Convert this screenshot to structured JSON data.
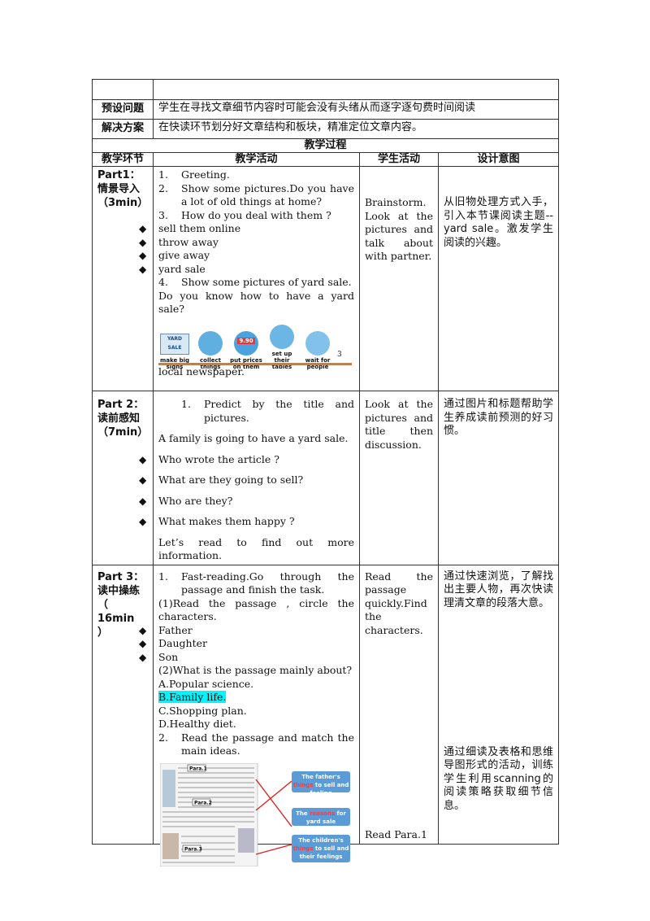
{
  "top_rows": [
    {
      "label": "",
      "text": ""
    },
    {
      "label": "预设问题",
      "text": "学生在寻找文章细节内容时可能会没有头绪从而逐字逐句费时间阅读"
    },
    {
      "label": "解决方案",
      "text": "在快读环节划分好文章结构和板块，精准定位文章内容。"
    }
  ],
  "section_title": "教学过程",
  "headers": [
    "教学环节",
    "教学活动",
    "学生活动",
    "设计意图"
  ],
  "part1": {
    "label_l1": "Part1：",
    "label_l2": "情景导入",
    "label_l3": "（3min）",
    "items": [
      {
        "n": "1.",
        "t": "Greeting."
      },
      {
        "n": "2.",
        "t": "Show some pictures.Do you have a lot of old things at home?"
      },
      {
        "n": "3.",
        "t": "How do you deal with them ?"
      }
    ],
    "bullets": [
      "sell them online",
      "throw away",
      "give away",
      "yard sale"
    ],
    "item4": {
      "n": "4.",
      "t": "Show some pictures of yard sale."
    },
    "question": "Do you know how to have a yard sale?",
    "icons": [
      {
        "name": "yard-sale-sign-icon",
        "label": "make big signs",
        "sign": "YARD SALE"
      },
      {
        "name": "collect-things-icon",
        "label": "collect things"
      },
      {
        "name": "price-tag-icon",
        "label": "put prices on them",
        "price": "9.90"
      },
      {
        "name": "table-setup-icon",
        "label": "set up their tables"
      },
      {
        "name": "people-waiting-icon",
        "label": "wait for people"
      }
    ],
    "icons_suffix": "3",
    "after_img": "local newspaper.",
    "student": "Brainstorm. Look at the pictures and talk about with partner.",
    "design": "从旧物处理方式入手，引入本节课阅读主题--yard sale。激发学生阅读的兴趣。"
  },
  "part2": {
    "label_l1": "Part 2：",
    "label_l2": "读前感知",
    "label_l3": "（7min）",
    "item1": {
      "n": "1.",
      "t": "Predict by the title and pictures."
    },
    "line": "A family is going to have a yard sale.",
    "bullets": [
      "Who wrote the article ?",
      "What are they going to sell?",
      "Who are they?",
      "What makes them happy ?"
    ],
    "closing": "Let’s read to find out more information.",
    "student": "Look at the pictures and title then discussion.",
    "design": "通过图片和标题帮助学生养成读前预测的好习惯。"
  },
  "part3": {
    "label_l1": "Part 3：",
    "label_l2": "读中操练",
    "label_l3": "（ 16min",
    "label_l4": "）",
    "item1": {
      "n": "1.",
      "t": "Fast-reading.Go through the passage and finish the task."
    },
    "q1": "(1)Read the passage , circle the characters.",
    "bullets": [
      "Father",
      "Daughter",
      "Son"
    ],
    "q2": "(2)What is the passage mainly about?",
    "options": [
      "A.Popular science.",
      "B.Family life.",
      "C.Shopping plan.",
      "D.Healthy diet."
    ],
    "item2": {
      "n": "2.",
      "t": "Read the passage and match the main ideas."
    },
    "figure": {
      "para_labels": [
        "Para.1",
        "Para.2",
        "Para.3"
      ],
      "boxes": [
        {
          "pre": "The father's ",
          "key": "things",
          "post": " to sell and feeling"
        },
        {
          "pre": "The ",
          "key": "reasons",
          "post": " for yard sale"
        },
        {
          "pre": "The children's ",
          "key": "things",
          "post": " to sell and their feelings"
        }
      ],
      "colors": {
        "box": "#5a9bd8",
        "key": "#ff3b3b",
        "line": "#e02020"
      }
    },
    "student_top": "Read the passage quickly.Find the characters.",
    "student_bottom": "Read Para.1",
    "design_top": "通过快速浏览，了解找出主要人物，再次快读理清文章的段落大意。",
    "design_bottom": "通过细读及表格和思维导图形式的活动，训练学生利用scanning的阅读策略获取细节信息。"
  }
}
